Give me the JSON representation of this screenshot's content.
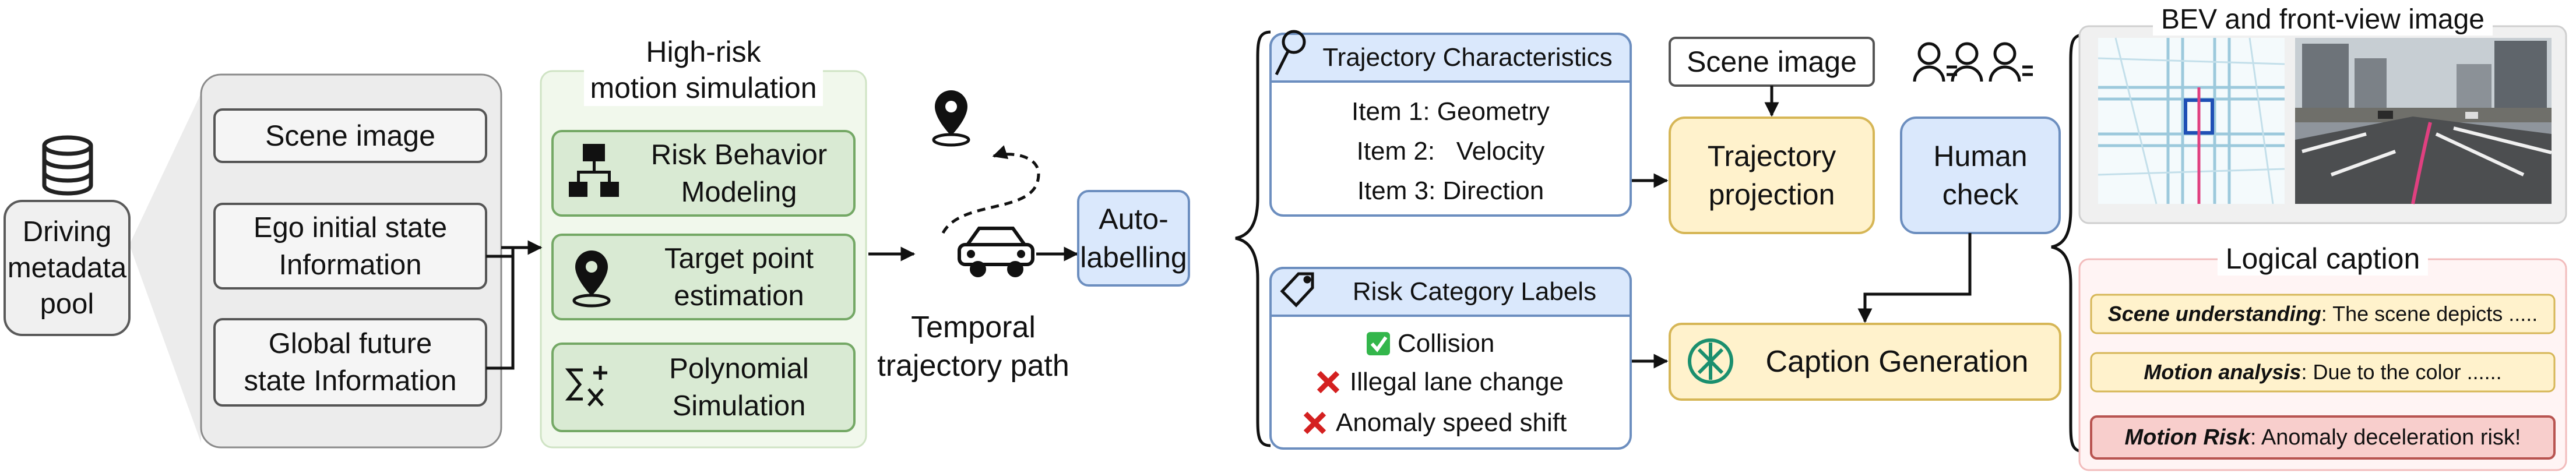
{
  "pool": {
    "label_lines": [
      "Driving",
      "metadata",
      "pool"
    ]
  },
  "inputs": {
    "scene_image": "Scene image",
    "ego": [
      "Ego initial state",
      "Information"
    ],
    "global": [
      "Global future",
      "state Information"
    ]
  },
  "simulation": {
    "title_lines": [
      "High-risk",
      "motion simulation"
    ],
    "risk_behavior": [
      "Risk Behavior",
      "Modeling"
    ],
    "target_point": [
      "Target point",
      "estimation"
    ],
    "polynomial": [
      "Polynomial",
      "Simulation"
    ]
  },
  "temporal": {
    "label_lines": [
      "Temporal",
      "trajectory path"
    ]
  },
  "auto_labelling": [
    "Auto-",
    "labelling"
  ],
  "traj_char": {
    "title": "Trajectory Characteristics",
    "items": [
      "Item 1: Geometry",
      "Item 2:   Velocity",
      "Item 3: Direction"
    ]
  },
  "risk_labels": {
    "title": "Risk Category Labels",
    "items": [
      "Collision",
      "Illegal lane change",
      "Anomaly speed shift"
    ]
  },
  "scene_image_tag": "Scene image",
  "trajectory_projection": [
    "Trajectory",
    "projection"
  ],
  "human_check": [
    "Human",
    "check"
  ],
  "caption_generation": "Caption Generation",
  "bev": {
    "title": "BEV and front-view image"
  },
  "logical": {
    "title": "Logical caption",
    "captions": [
      {
        "key": "Scene understanding",
        "text": ": The scene depicts ....."
      },
      {
        "key": "Motion analysis",
        "text": ": Due to the color ......"
      },
      {
        "key": "Motion Risk",
        "text": ": Anomaly deceleration risk!"
      }
    ]
  },
  "colors": {
    "green_fill": "#d9ead3",
    "green_border": "#74a865",
    "blue_fill": "#dae8fc",
    "blue_border": "#6c8ebf",
    "yellow_fill": "#fff2cc",
    "yellow_border": "#d6b656",
    "red_fill": "#f8cecc",
    "red_border": "#b85450"
  }
}
